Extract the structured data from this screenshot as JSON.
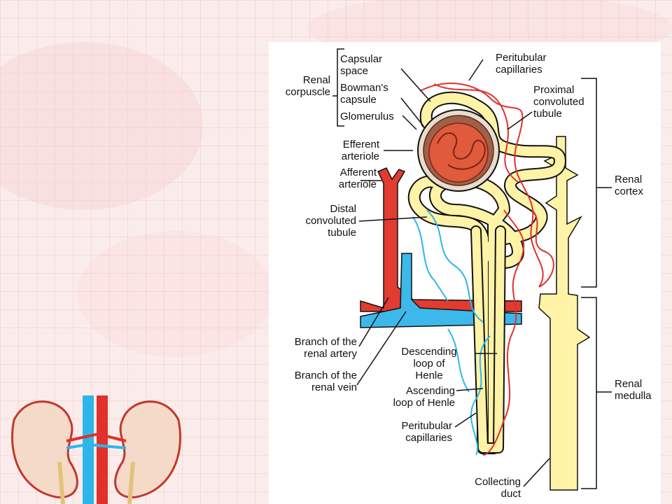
{
  "labels": {
    "renal_corpuscle": [
      "Renal",
      "corpuscle"
    ],
    "capsular_space": [
      "Capsular",
      "space"
    ],
    "bowmans_capsule": [
      "Bowman's",
      "capsule"
    ],
    "glomerulus": "Glomerulus",
    "efferent_arteriole": [
      "Efferent",
      "arteriole"
    ],
    "afferent_arteriole": [
      "Afferent",
      "arteriole"
    ],
    "distal_tubule": [
      "Distal",
      "convoluted",
      "tubule"
    ],
    "branch_artery": [
      "Branch of the",
      "renal artery"
    ],
    "branch_vein": [
      "Branch of the",
      "renal vein"
    ],
    "peritubular_top": [
      "Peritubular",
      "capillaries"
    ],
    "proximal_tubule": [
      "Proximal",
      "convoluted",
      "tubule"
    ],
    "renal_cortex": [
      "Renal",
      "cortex"
    ],
    "descending_loop": [
      "Descending",
      "loop of",
      "Henle"
    ],
    "ascending_loop": [
      "Ascending",
      "loop of Henle"
    ],
    "peritubular_bottom": [
      "Peritubular",
      "capillaries"
    ],
    "collecting_duct": [
      "Collecting",
      "duct"
    ],
    "renal_medulla": [
      "Renal",
      "medulla"
    ]
  },
  "colors": {
    "tubule_fill": "#fff3a8",
    "artery_red": "#e0312b",
    "vein_blue": "#2eb6ea",
    "capsule_brown": "#8b4a36",
    "slide_background": "#fbe9e9"
  }
}
